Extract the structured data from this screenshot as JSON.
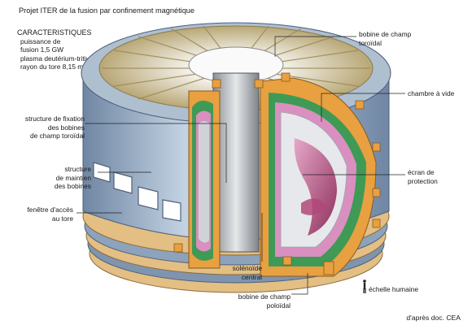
{
  "title": "Projet ITER de la fusion par confinement magnétique",
  "characteristics": {
    "heading": "CARACTERISTIQUES",
    "lines": [
      "puissance de",
      "fusion 1,5 GW",
      "plasma  deutérium-tritium",
      "rayon du tore    8,15 m"
    ]
  },
  "labels": {
    "tf_coil": [
      "bobine de champ",
      "toroïdal"
    ],
    "vacuum_chamber": [
      "chambre à vide"
    ],
    "tf_support": [
      "structure de fixation",
      "des bobines",
      "de champ toroïdal"
    ],
    "holding_structure": [
      "structure",
      "de maintien",
      "des bobines"
    ],
    "access_window": [
      "fenêtre d'accès",
      "au tore"
    ],
    "shield": [
      "écran de",
      "protection"
    ],
    "central_solenoid": [
      "solénoïde",
      "central"
    ],
    "poloidal_coil": [
      "bobine de champ",
      "poloïdal"
    ],
    "human_scale": [
      "échelle humaine"
    ]
  },
  "credit": "d'après doc. CEA",
  "colors": {
    "steel": "#9fb5cc",
    "steel_dark": "#6f86a3",
    "tf_coil_orange": "#e8a040",
    "green_ring": "#3f9a55",
    "pink_ring": "#d98fbf",
    "plasma_pink": "#b0487a",
    "bands": "#e3bf84"
  }
}
